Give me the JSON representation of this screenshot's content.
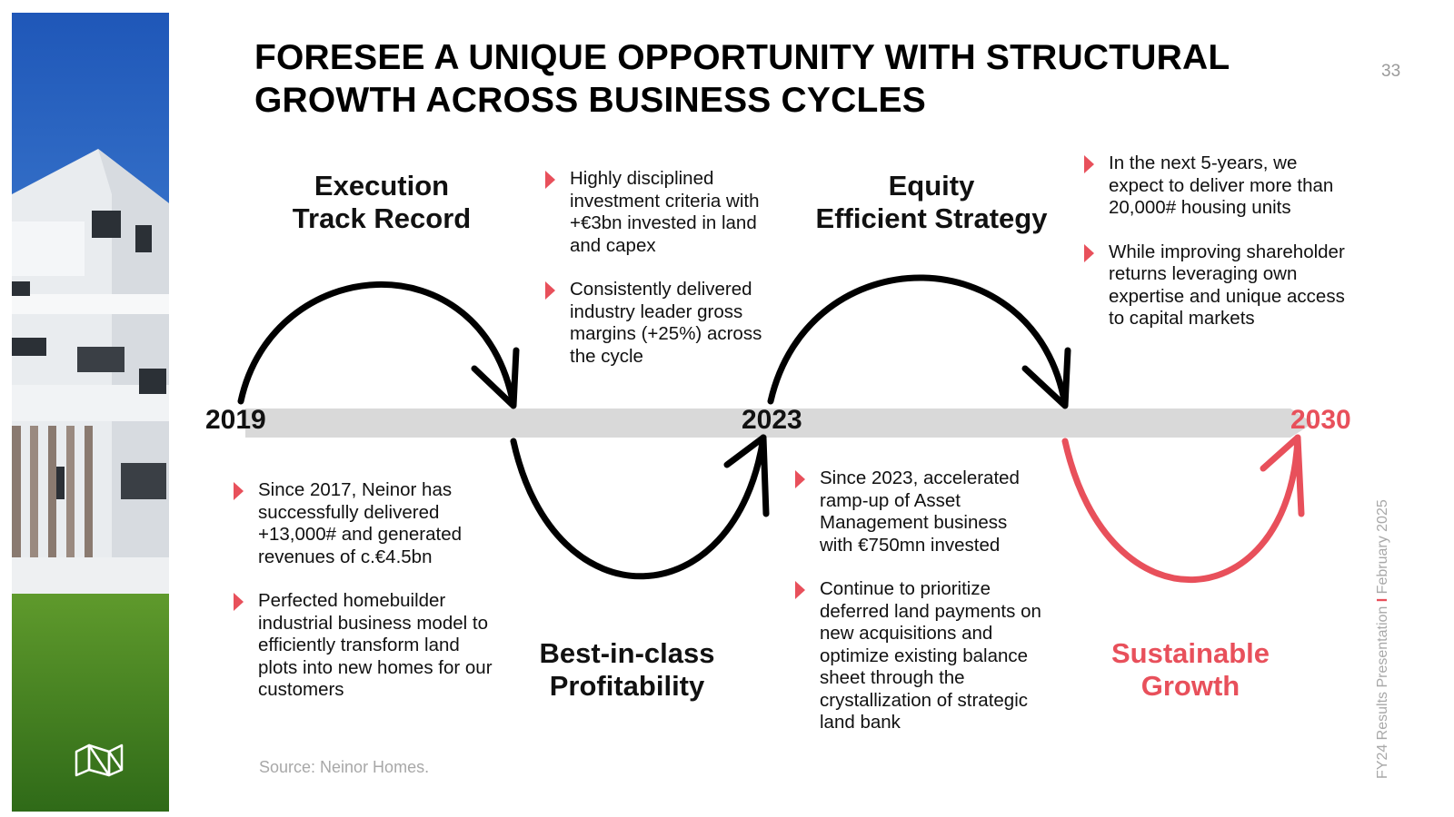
{
  "slide": {
    "title": "FORESEE A UNIQUE OPPORTUNITY WITH STRUCTURAL GROWTH ACROSS BUSINESS CYCLES",
    "page_number": "33"
  },
  "timeline": {
    "years": [
      "2019",
      "2023",
      "2030"
    ],
    "accent_color": "#e8505b",
    "bar_color": "#d9d9d9"
  },
  "phases": {
    "execution": {
      "line1": "Execution",
      "line2": "Track Record"
    },
    "profitability": {
      "line1": "Best-in-class",
      "line2": "Profitability"
    },
    "equity": {
      "line1": "Equity",
      "line2": "Efficient Strategy"
    },
    "sustainable": {
      "line1": "Sustainable",
      "line2": "Growth"
    }
  },
  "bullets": {
    "track_record": [
      "Since 2017, Neinor has successfully delivered +13,000# and generated revenues of c.€4.5bn",
      "Perfected homebuilder industrial business model to efficiently transform land plots into new homes for our customers"
    ],
    "profitability": [
      "Highly disciplined investment criteria with +€3bn invested in land and capex",
      "Consistently delivered industry leader gross margins (+25%) across the cycle"
    ],
    "equity": [
      "Since 2023, accelerated ramp-up of Asset Management business with €750mn invested",
      "Continue to prioritize deferred land payments on new acquisitions and optimize existing balance sheet through the crystallization of strategic land bank"
    ],
    "growth": [
      "In the next 5-years, we expect to deliver more than 20,000# housing units",
      "While improving shareholder returns leveraging own expertise and unique access to capital markets"
    ]
  },
  "footer": {
    "source": "Source: Neinor Homes.",
    "presentation": "FY24 Results Presentation",
    "separator": "I",
    "date": "February 2025"
  },
  "icons": {
    "logo": "neinor-logo-icon",
    "bullet": "triangle-bullet-icon"
  }
}
